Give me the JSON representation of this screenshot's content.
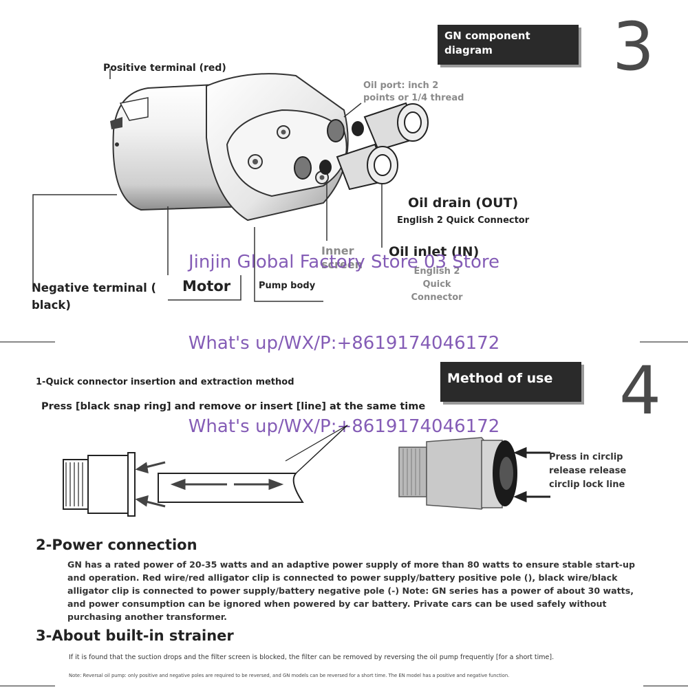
{
  "section3": {
    "box_label_line1": "GN component",
    "box_label_line2": "diagram",
    "number": "3",
    "labels": {
      "positive_terminal": "Positive terminal (red)",
      "oil_port_line1": "Oil port: inch 2",
      "oil_port_line2": "points or 1/4 thread",
      "oil_drain": "Oil drain (OUT)",
      "english_quick_connector": "English 2 Quick Connector",
      "inner_screen_line1": "Inner",
      "inner_screen_line2": "screen",
      "oil_inlet": "Oil inlet (IN)",
      "inlet_connector_line1": "English 2",
      "inlet_connector_line2": "Quick",
      "inlet_connector_line3": "Connector",
      "negative_terminal_line1": "Negative terminal (",
      "negative_terminal_line2": "black)",
      "motor": "Motor",
      "pump_body": "Pump body"
    }
  },
  "watermarks": {
    "store": "Jinjin Global Factory Store 03 Store",
    "contact1": "What's up/WX/P:+8619174046172",
    "contact2": "What's up/WX/P:+8619174046172"
  },
  "section4": {
    "box_label": "Method of use",
    "number": "4",
    "step1_title": "1-Quick connector insertion and extraction method",
    "step1_instruction": "Press [black snap ring] and remove or insert [line] at the same time",
    "press_label_line1": "Press in circlip",
    "press_label_line2": "release release",
    "press_label_line3": "circlip lock line",
    "step2_title": "2-Power connection",
    "step2_text": "GN has a rated power of 20-35 watts and an adaptive power supply of more than 80 watts to ensure stable start-up and operation. Red wire/red alligator clip is connected to power supply/battery positive pole (), black wire/black alligator clip is connected to power supply/battery negative pole (-) Note: GN series has a power of about 30 watts, and power consumption can be ignored when powered by car battery. Private cars can be used safely without purchasing another transformer.",
    "step3_title": "3-About built-in strainer",
    "step3_text": "If it is found that the suction drops and the filter screen is blocked, the filter can be removed by reversing the oil pump frequently [for a short time].",
    "step3_note": "Note: Reversal oil pump: only positive and negative poles are required to be reversed, and GN models can be reversed for a short time. The EN model has a positive and negative function."
  }
}
